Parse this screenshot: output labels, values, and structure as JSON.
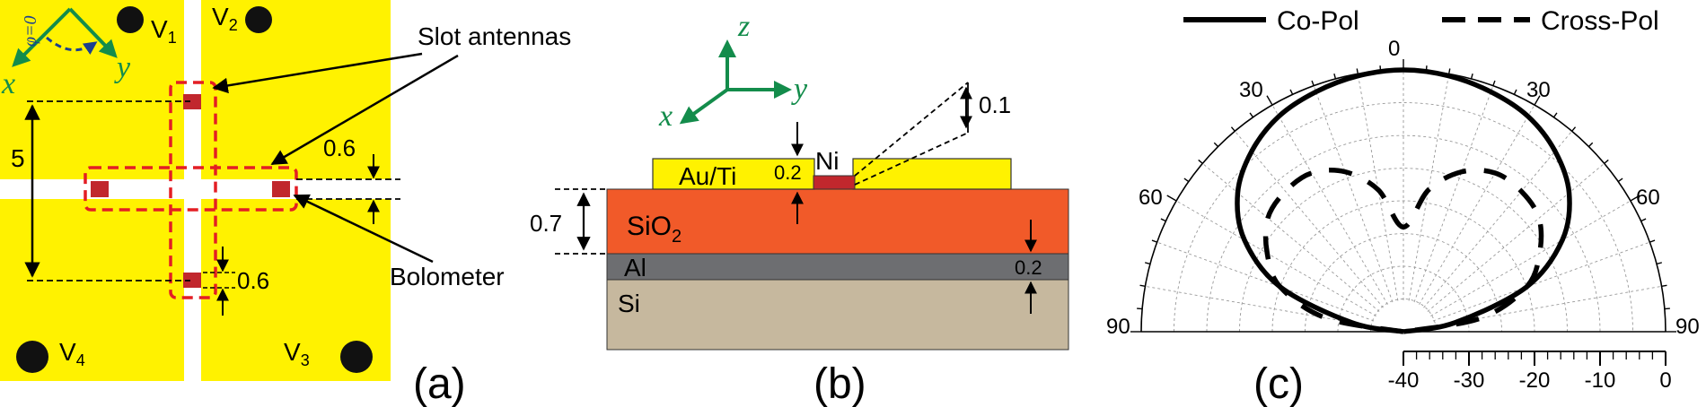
{
  "panel_a": {
    "caption": "(a)",
    "phi_label": "φ=0",
    "axis_x": "x",
    "axis_y": "y",
    "v1": "V",
    "v1_sub": "1",
    "v2": "V",
    "v2_sub": "2",
    "v3": "V",
    "v3_sub": "3",
    "v4": "V",
    "v4_sub": "4",
    "slot_label": "Slot antennas",
    "bolometer_label": "Bolometer",
    "dim_5": "5",
    "dim_06_top": "0.6",
    "dim_06_bottom": "0.6"
  },
  "panel_b": {
    "caption": "(b)",
    "axis_x": "x",
    "axis_y": "y",
    "axis_z": "z",
    "au_ti": "Au/Ti",
    "ni": "Ni",
    "sio2": "SiO",
    "sio2_sub": "2",
    "al": "Al",
    "si": "Si",
    "dim_01": "0.1",
    "dim_02_top": "0.2",
    "dim_07": "0.7",
    "dim_02_bottom": "0.2"
  },
  "panel_c": {
    "caption": "(c)",
    "legend_copol": "Co-Pol",
    "legend_crosspol": "Cross-Pol",
    "angle_0": "0",
    "angle_30_left": "30",
    "angle_30_right": "30",
    "angle_60_left": "60",
    "angle_60_right": "60",
    "angle_90_left": "90",
    "angle_90_right": "90",
    "scale_ticks": [
      "-40",
      "-30",
      "-20",
      "-10",
      "0"
    ]
  },
  "chart_data": {
    "type": "polar",
    "angle_range": [
      -90,
      90
    ],
    "radial_range": [
      -40,
      0
    ],
    "series": [
      {
        "name": "Co-Pol",
        "style": "solid",
        "angles": [
          -90,
          -80,
          -70,
          -60,
          -50,
          -40,
          -30,
          -20,
          -10,
          0,
          10,
          20,
          30,
          40,
          50,
          60,
          70,
          80,
          90
        ],
        "values": [
          -40,
          -32,
          -20,
          -12,
          -7,
          -4,
          -2,
          -1,
          -0.3,
          0,
          -0.3,
          -1,
          -2,
          -4,
          -7,
          -12,
          -20,
          -32,
          -40
        ]
      },
      {
        "name": "Cross-Pol",
        "style": "dashed",
        "angles": [
          -90,
          -80,
          -70,
          -60,
          -50,
          -40,
          -30,
          -20,
          -10,
          0,
          10,
          20,
          30,
          40,
          50,
          60,
          70,
          80,
          90
        ],
        "values": [
          -40,
          -28,
          -20,
          -16,
          -13,
          -12,
          -12,
          -14,
          -18,
          -24,
          -18,
          -14,
          -12,
          -12,
          -13,
          -16,
          -20,
          -28,
          -40
        ]
      }
    ],
    "colors": {
      "yellow": "#FFF200",
      "sio2": "#F15A29",
      "al": "#6D6E71",
      "si": "#C6B89E",
      "green": "#138c4b",
      "red": "#E31E24",
      "bolometer": "#C1272D"
    }
  }
}
